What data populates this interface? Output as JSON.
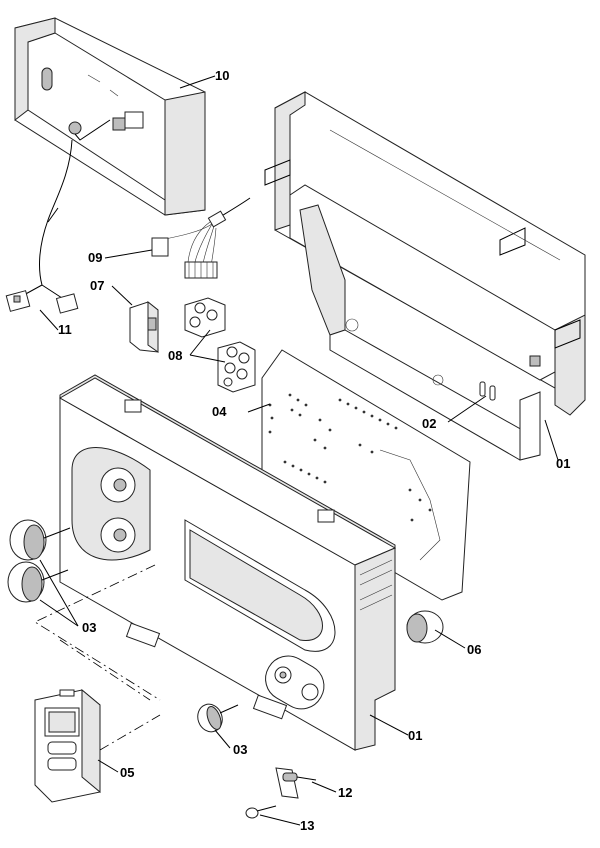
{
  "labels": {
    "l01a": "01",
    "l01b": "01",
    "l02": "02",
    "l03a": "03",
    "l03b": "03",
    "l04": "04",
    "l05": "05",
    "l06": "06",
    "l07": "07",
    "l08": "08",
    "l09": "09",
    "l10": "10",
    "l11": "11",
    "l12": "12",
    "l13": "13"
  }
}
